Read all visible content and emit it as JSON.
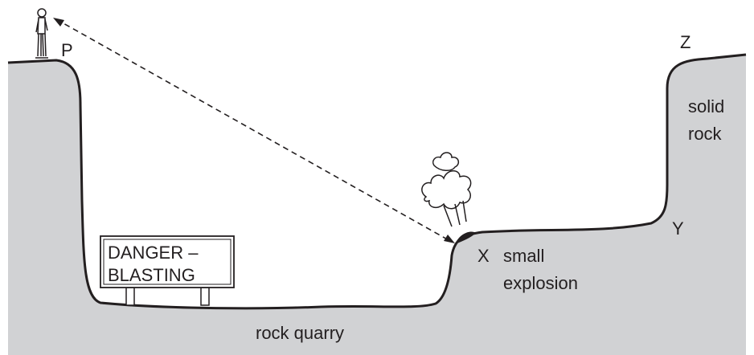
{
  "labels": {
    "p": "P",
    "x": "X",
    "y": "Y",
    "z": "Z"
  },
  "annotations": {
    "explosion_line1": "small",
    "explosion_line2": "explosion",
    "rock_line1": "solid",
    "rock_line2": "rock",
    "quarry": "rock quarry"
  },
  "sign": {
    "line1": "DANGER –",
    "line2": "BLASTING"
  },
  "colors": {
    "ground": "#d1d2d4",
    "outline": "#231f20",
    "sky": "#ffffff"
  }
}
